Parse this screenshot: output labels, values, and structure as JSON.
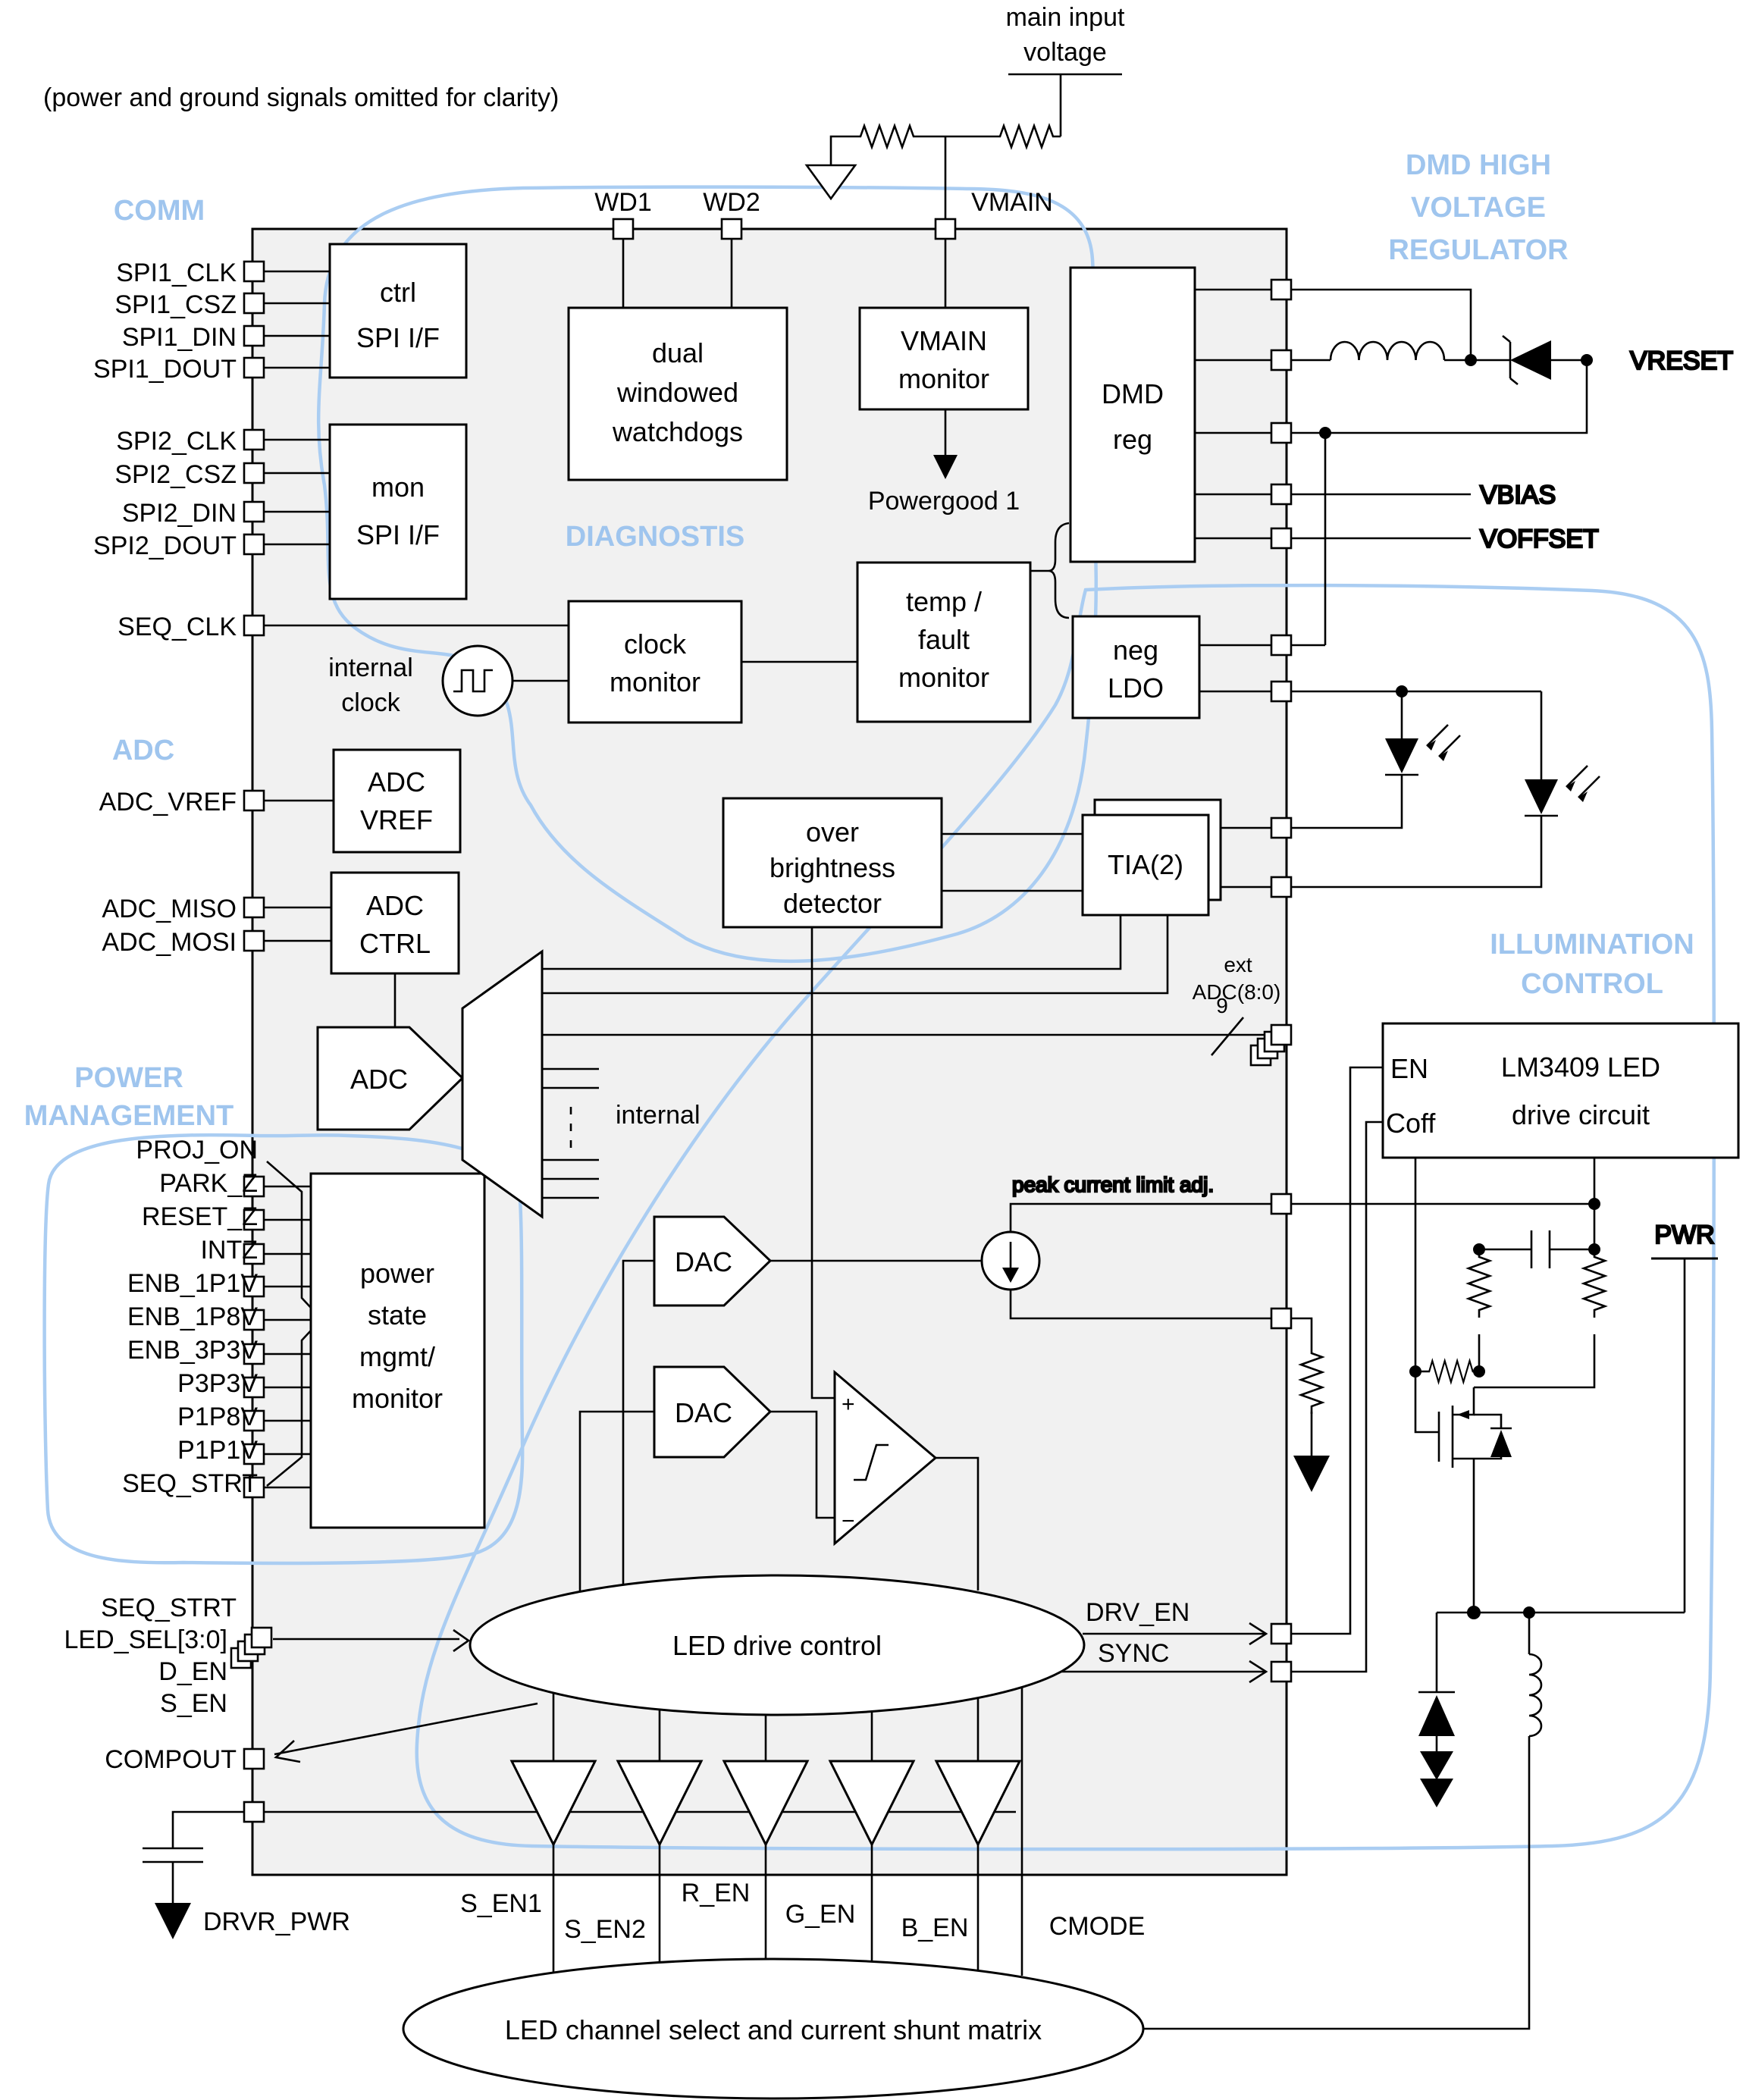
{
  "note": "(power and ground signals omitted for clarity)",
  "top": {
    "main_input_l1": "main input",
    "main_input_l2": "voltage",
    "wd1": "WD1",
    "wd2": "WD2",
    "vmain": "VMAIN"
  },
  "headers": {
    "comm": "COMM",
    "diagnostics": "DIAGNOSTIS",
    "adc": "ADC",
    "power_l1": "POWER",
    "power_l2": "MANAGEMENT",
    "dmd_l1": "DMD HIGH",
    "dmd_l2": "VOLTAGE",
    "dmd_l3": "REGULATOR",
    "illum_l1": "ILLUMINATION",
    "illum_l2": "CONTROL"
  },
  "pins": {
    "spi1_clk": "SPI1_CLK",
    "spi1_csz": "SPI1_CSZ",
    "spi1_din": "SPI1_DIN",
    "spi1_dout": "SPI1_DOUT",
    "spi2_clk": "SPI2_CLK",
    "spi2_csz": "SPI2_CSZ",
    "spi2_din": "SPI2_DIN",
    "spi2_dout": "SPI2_DOUT",
    "seq_clk": "SEQ_CLK",
    "adc_vref": "ADC_VREF",
    "adc_miso": "ADC_MISO",
    "adc_mosi": "ADC_MOSI",
    "proj_on": "PROJ_ON",
    "park_z": "PARK_Z",
    "reset_z": "RESET_Z",
    "intz": "INTZ",
    "enb_1p1v": "ENB_1P1V",
    "enb_1p8v": "ENB_1P8V",
    "enb_3p3v": "ENB_3P3V",
    "p3p3v": "P3P3V",
    "p1p8v": "P1P8V",
    "p1p1v": "P1P1V",
    "seq_strt": "SEQ_STRT",
    "seq_strt2": "SEQ_STRT",
    "led_sel": "LED_SEL[3:0]",
    "d_en": "D_EN",
    "s_en": "S_EN",
    "compout": "COMPOUT",
    "drvr_pwr": "DRVR_PWR"
  },
  "right": {
    "vreset": "VRESET",
    "vbias": "VBIAS",
    "voffset": "VOFFSET",
    "ext": "ext",
    "ext_bus": "ADC(8:0)",
    "ext_width": "9",
    "peak": "peak current limit adj.",
    "pwr": "PWR",
    "drv_en": "DRV_EN",
    "sync": "SYNC"
  },
  "blocks": {
    "ctrl_spi_l1": "ctrl",
    "ctrl_spi_l2": "SPI I/F",
    "mon_spi_l1": "mon",
    "mon_spi_l2": "SPI I/F",
    "watchdog_l1": "dual",
    "watchdog_l2": "windowed",
    "watchdog_l3": "watchdogs",
    "vmain_mon_l1": "VMAIN",
    "vmain_mon_l2": "monitor",
    "powergood": "Powergood 1",
    "tempfault_l1": "temp /",
    "tempfault_l2": "fault",
    "tempfault_l3": "monitor",
    "clockmon_l1": "clock",
    "clockmon_l2": "monitor",
    "intclock_l1": "internal",
    "intclock_l2": "clock",
    "adcvref_l1": "ADC",
    "adcvref_l2": "VREF",
    "adcctrl_l1": "ADC",
    "adcctrl_l2": "CTRL",
    "adc_pent": "ADC",
    "overbright_l1": "over",
    "overbright_l2": "brightness",
    "overbright_l3": "detector",
    "tia": "TIA(2)",
    "dmdreg_l1": "DMD",
    "dmdreg_l2": "reg",
    "negldo_l1": "neg",
    "negldo_l2": "LDO",
    "powerstate_l1": "power",
    "powerstate_l2": "state",
    "powerstate_l3": "mgmt/",
    "powerstate_l4": "monitor",
    "dac1": "DAC",
    "dac2": "DAC",
    "internal_mux": "internal",
    "lm3409_en": "EN",
    "lm3409_coff": "Coff",
    "lm3409_l1": "LM3409 LED",
    "lm3409_l2": "drive circuit",
    "led_drive_ctrl": "LED drive control",
    "led_matrix": "LED channel select and current shunt matrix"
  },
  "bottom": {
    "s_en1": "S_EN1",
    "s_en2": "S_EN2",
    "r_en": "R_EN",
    "g_en": "G_EN",
    "b_en": "B_EN",
    "cmode": "CMODE"
  },
  "colors": {
    "accent_blue": "#9fc5ee",
    "block_fill": "#f1f1f1"
  }
}
